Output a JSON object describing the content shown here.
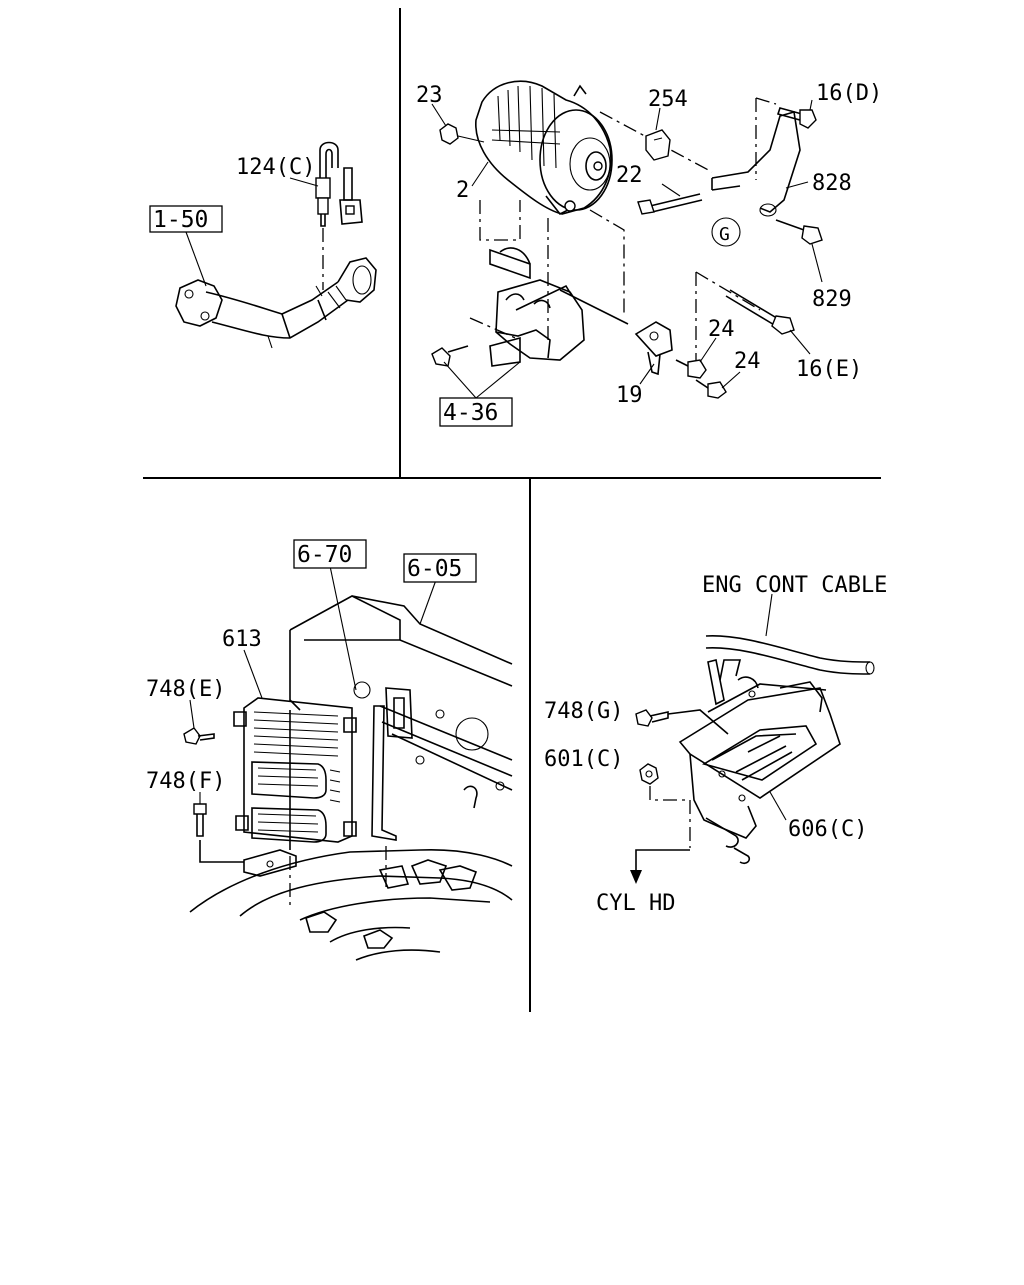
{
  "panels": {
    "exhaust_sensor": {
      "callouts": {
        "sensor": "124(C)"
      },
      "refs": {
        "exhaust_pipe": "1-50"
      }
    },
    "generator": {
      "callouts": {
        "nut_23": "23",
        "generator_2": "2",
        "part_254": "254",
        "bolt_16d": "16(D)",
        "bolt_22": "22",
        "bracket_828": "828",
        "circle_g": "G",
        "bolt_829": "829",
        "bolt_24_upper": "24",
        "bolt_24_lower": "24",
        "bolt_16e": "16(E)",
        "bracket_19": "19"
      },
      "refs": {
        "engine_mount": "4-36"
      }
    },
    "ecm": {
      "callouts": {
        "ecm_613": "613",
        "bolt_748e": "748(E)",
        "bolt_748f": "748(F)"
      },
      "refs": {
        "harness": "6-70",
        "body": "6-05"
      }
    },
    "cable_bracket": {
      "callouts": {
        "bolt_748g": "748(G)",
        "nut_601c": "601(C)",
        "bracket_606c": "606(C)",
        "eng_cont_cable": "ENG CONT CABLE",
        "cyl_hd": "CYL HD"
      }
    }
  }
}
